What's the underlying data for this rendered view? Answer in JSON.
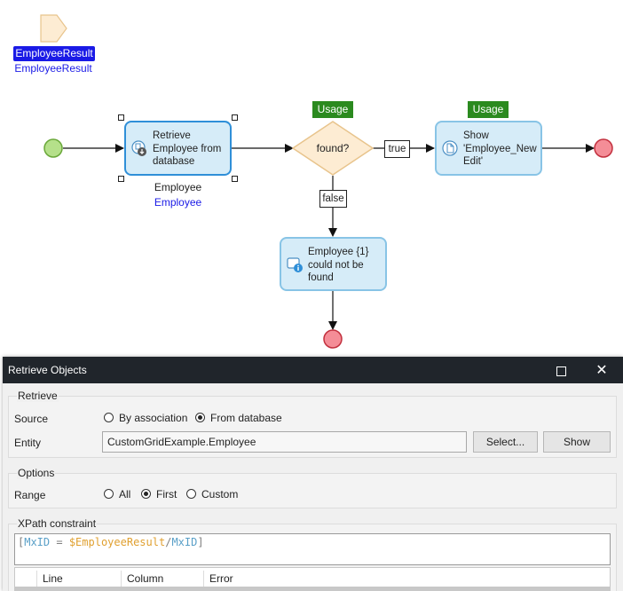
{
  "canvas": {
    "parameter": {
      "badge": "EmployeeResult",
      "name": "EmployeeResult"
    },
    "retrieve_activity": {
      "lines": [
        "Retrieve",
        "Employee from",
        "database"
      ],
      "output_type": "Employee",
      "output_var": "Employee"
    },
    "decision": {
      "caption": "found?",
      "usage_badge": "Usage"
    },
    "show_page_activity": {
      "lines": [
        "Show",
        "'Employee_New",
        "Edit'"
      ],
      "usage_badge": "Usage"
    },
    "message_activity": {
      "lines": [
        "Employee {1}",
        "could not be",
        "found"
      ]
    },
    "flow_labels": {
      "true": "true",
      "false": "false"
    }
  },
  "dialog": {
    "title": "Retrieve Objects",
    "retrieve_group": {
      "title": "Retrieve",
      "source_label": "Source",
      "source_options": [
        {
          "label": "By association",
          "checked": false
        },
        {
          "label": "From database",
          "checked": true
        }
      ],
      "entity_label": "Entity",
      "entity_value": "CustomGridExample.Employee",
      "select_button": "Select...",
      "show_button": "Show"
    },
    "options_group": {
      "title": "Options",
      "range_label": "Range",
      "range_options": [
        {
          "label": "All",
          "checked": false
        },
        {
          "label": "First",
          "checked": true
        },
        {
          "label": "Custom",
          "checked": false
        }
      ]
    },
    "xpath_group": {
      "title": "XPath constraint",
      "tokens": {
        "open": "[",
        "attr1": "MxID",
        "eq": " = ",
        "var": "$EmployeeResult",
        "slash": "/",
        "attr2": "MxID",
        "close": "]"
      },
      "error_columns": [
        "Line",
        "Column",
        "Error"
      ]
    }
  },
  "colors": {
    "start_event": "#8fd14f",
    "end_event": "#f06b77",
    "activity_fill": "#d6ecf8",
    "decision_fill": "#fdecd3",
    "usage_badge": "#2b8a1f",
    "parameter_badge": "#1a1ae6",
    "titlebar": "#20252b"
  }
}
